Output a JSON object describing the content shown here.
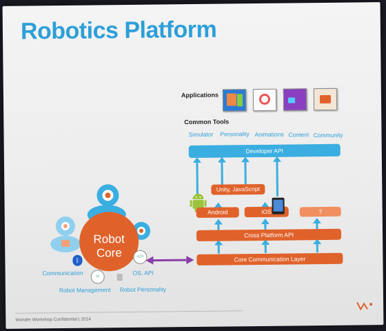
{
  "title": "Robotics Platform",
  "applications_label": "Applications",
  "common_tools_label": "Common Tools",
  "tools": [
    "Simulator",
    "Personality",
    "Animations",
    "Content",
    "Community"
  ],
  "developer_api": "Developer API",
  "unity_js": "Unity, JavaScript",
  "android": "Android",
  "ios": "iOS",
  "unknown_box": "?",
  "cross_platform_api": "Cross Platform API",
  "core_comm_layer": "Core Communication Layer",
  "robot_core": {
    "line1": "Robot",
    "line2": "Core"
  },
  "robot_labels": {
    "communication": "Communication",
    "os_api": "OS, API",
    "robot_management": "Robot Management",
    "robot_personality": "Robot Personality"
  },
  "footer": "Wonder Workshop Confidential  |  2014",
  "logo": "W",
  "colors": {
    "title": "#2d9fd8",
    "api_blue": "#3aaee0",
    "orange": "#e0622b",
    "arrow_purple": "#8a3fa6"
  }
}
